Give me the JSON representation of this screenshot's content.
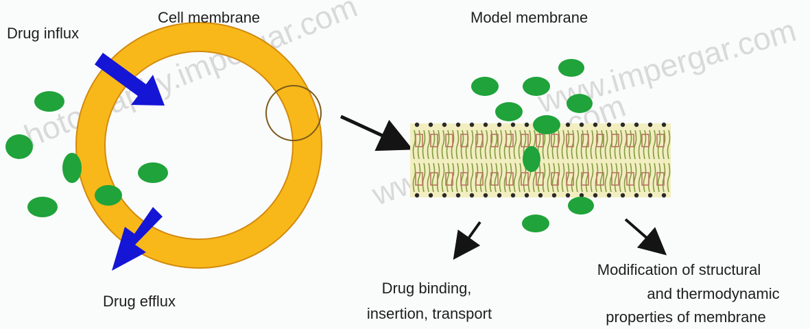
{
  "labels": {
    "drug_influx": "Drug influx",
    "cell_membrane": "Cell membrane",
    "model_membrane": "Model membrane",
    "drug_efflux": "Drug efflux",
    "drug_binding_line1": "Drug binding,",
    "drug_binding_line2": "insertion, transport",
    "modification_line1": "Modification of structural",
    "modification_line2": "and thermodynamic",
    "modification_line3": "properties of membrane"
  },
  "watermark": {
    "text_left": "photography.impergar.com",
    "text_right": "www.impergar.com",
    "text_center": "www.impergar.com"
  },
  "colors": {
    "membrane_ring": "#f8b81a",
    "membrane_ring_edge": "#d28a0c",
    "drug": "#1fa33a",
    "arrow_transport": "#1515d6",
    "arrow_black": "#141414",
    "bilayer_band": "#f2eec0",
    "lipid_tail": "#7f9a3e",
    "lipid_head": "#b87462",
    "head_dot": "#2a2a2a"
  }
}
